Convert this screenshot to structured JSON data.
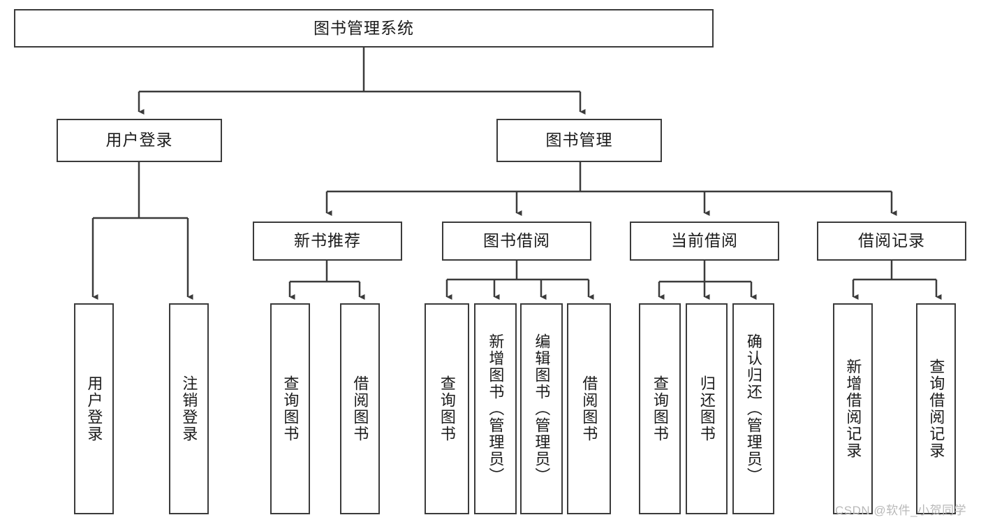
{
  "diagram": {
    "type": "tree",
    "title": "图书管理系统",
    "root": {
      "label": "图书管理系统"
    },
    "level2": [
      {
        "label": "用户登录"
      },
      {
        "label": "图书管理"
      }
    ],
    "level3": [
      {
        "label": "新书推荐"
      },
      {
        "label": "图书借阅"
      },
      {
        "label": "当前借阅"
      },
      {
        "label": "借阅记录"
      }
    ],
    "leaves": {
      "user_login": [
        {
          "label": "用户登录"
        },
        {
          "label": "注销登录"
        }
      ],
      "new_book_recommend": [
        {
          "label": "查询图书"
        },
        {
          "label": "借阅图书"
        }
      ],
      "book_borrow": [
        {
          "label": "查询图书"
        },
        {
          "label": "新增图书（管理员）"
        },
        {
          "label": "编辑图书（管理员）"
        },
        {
          "label": "借阅图书"
        }
      ],
      "current_borrow": [
        {
          "label": "查询图书"
        },
        {
          "label": "归还图书"
        },
        {
          "label": "确认归还（管理员）"
        }
      ],
      "borrow_record": [
        {
          "label": "新增借阅记录"
        },
        {
          "label": "查询借阅记录"
        }
      ]
    }
  },
  "watermark": {
    "text": "CSDN @软件_小贺同学"
  },
  "colors": {
    "stroke": "#3b3b3b",
    "background": "#ffffff",
    "text": "#1b1b1b",
    "watermark": "#b9b9b9"
  }
}
